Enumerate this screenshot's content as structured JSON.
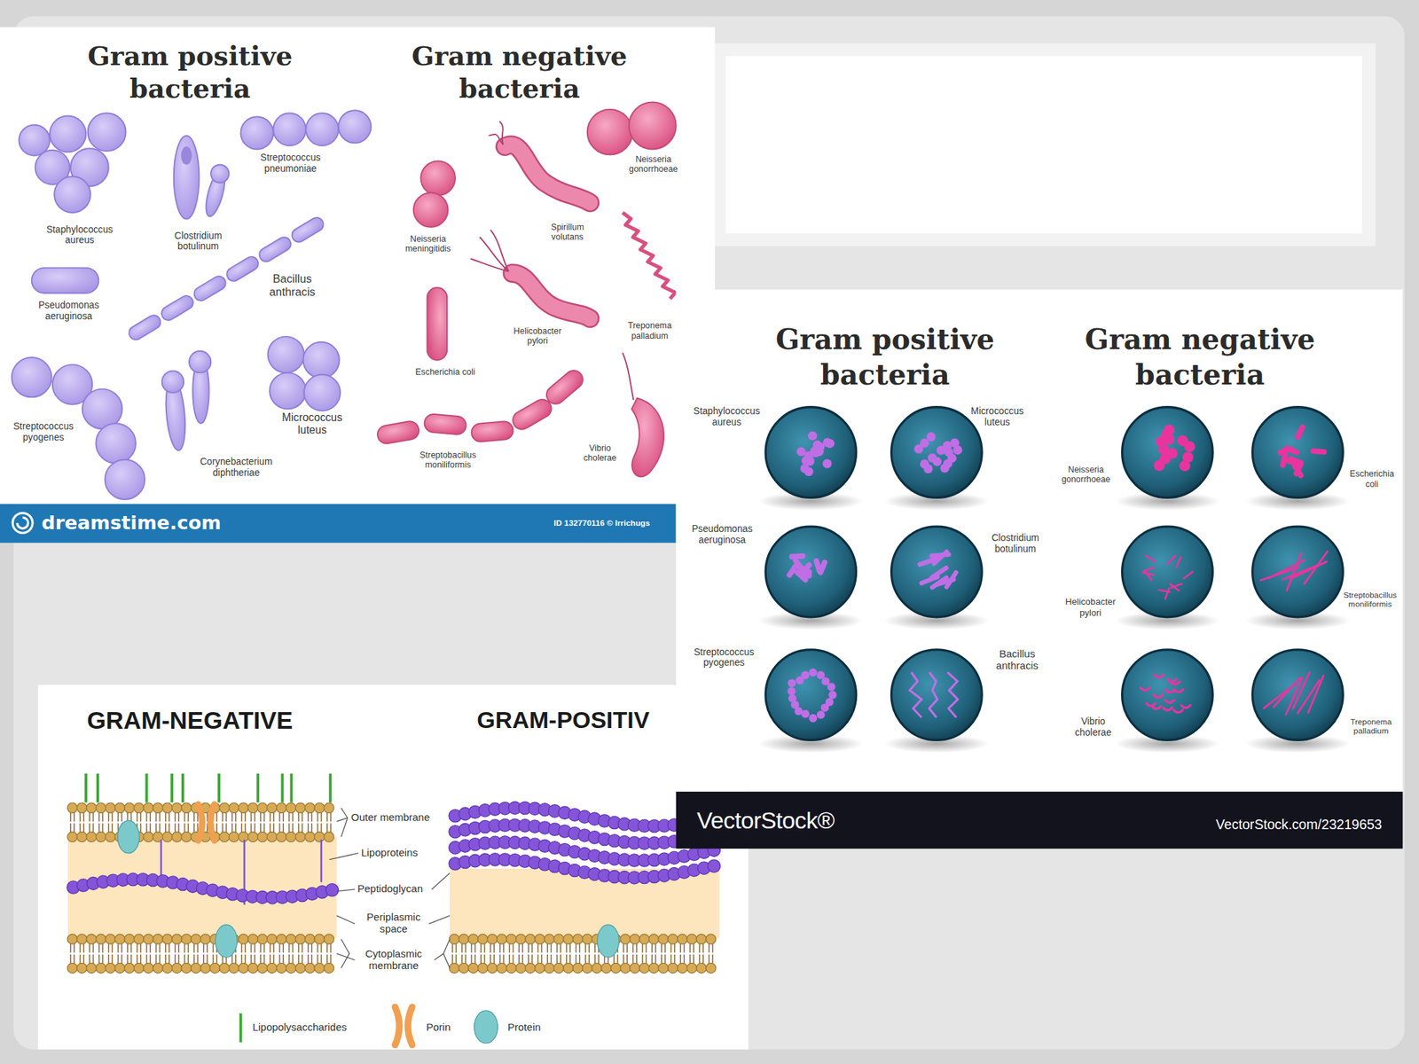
{
  "diagram": {
    "labels": [
      "Gram positive bacteria",
      "Gram negative bacteria",
      "Staphylococcus aureus",
      "Clostridium botulinum",
      "Streptococcus pneumoniae",
      "Pseudomonas aeruginosa",
      "Bacillus anthracis",
      "Streptococcus pyogenes",
      "Corynebacterium diphtheriae",
      "Micrococcus luteus",
      "Neisseria gonorrhoeae",
      "Neisseria meningitidis",
      "Spirillum volutans",
      "Helicobacter pylori",
      "Treponema palladium",
      "Escherichia coli",
      "Streptobacillus moniliformis",
      "Vibrio cholerae",
      "dreamstime.com",
      "ID 132770116 © Irrichugs",
      "Gram positive bacteria",
      "Gram negative bacteria",
      "Staphylococcus aureus",
      "Micrococcus luteus",
      "Pseudomonas aeruginosa",
      "Clostridium botulinum",
      "Streptococcus pyogenes",
      "Bacillus anthracis",
      "Neisseria gonorrhoeae",
      "Escherichia coli",
      "Helicobacter pylori",
      "Streptobacillus moniliformis",
      "Vibrio cholerae",
      "Treponema palladium",
      "VectorStock®",
      "VectorStock.com/23219653",
      "GRAM-NEGATIVE",
      "GRAM-POSITIV",
      "Outer membrane",
      "Lipoproteins",
      "Peptidoglycan",
      "Periplasmic space",
      "Cytoplasmic membrane"
    ],
    "legend": [
      {
        "text": "Lipopolysaccharides"
      },
      {
        "text": "Porin"
      },
      {
        "text": "Protein"
      }
    ]
  }
}
